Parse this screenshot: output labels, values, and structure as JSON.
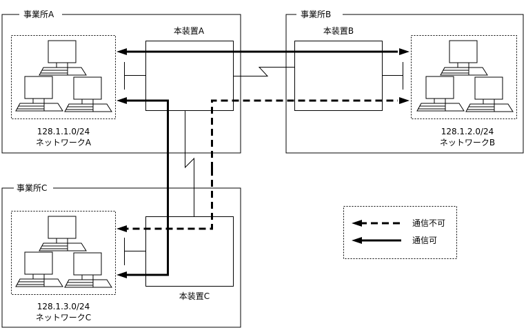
{
  "offices": [
    {
      "id": "A",
      "label": "事業所A",
      "device_label": "本装置A",
      "network_address": "128.1.1.0/24",
      "network_name": "ネットワークA"
    },
    {
      "id": "B",
      "label": "事業所B",
      "device_label": "本装置B",
      "network_address": "128.1.2.0/24",
      "network_name": "ネットワークB"
    },
    {
      "id": "C",
      "label": "事業所C",
      "device_label": "本装置C",
      "network_address": "128.1.3.0/24",
      "network_name": "ネットワークC"
    }
  ],
  "legend": {
    "items": [
      {
        "style": "dashed",
        "label": "通信不可"
      },
      {
        "style": "solid",
        "label": "通信可"
      }
    ]
  },
  "flows": [
    {
      "from": "ネットワークB",
      "to": "ネットワークA",
      "style": "solid",
      "bidirectional": true
    },
    {
      "from": "本装置A",
      "to": "ネットワークB",
      "style": "dashed"
    },
    {
      "from": "本装置A",
      "to": "ネットワークA",
      "style": "solid",
      "via": "本装置C"
    },
    {
      "from": "本装置C",
      "to": "ネットワークC",
      "style": "solid"
    },
    {
      "from": "本装置A",
      "to": "ネットワークC",
      "style": "dashed"
    }
  ],
  "colors": {
    "line": "#000000",
    "background": "#ffffff"
  }
}
